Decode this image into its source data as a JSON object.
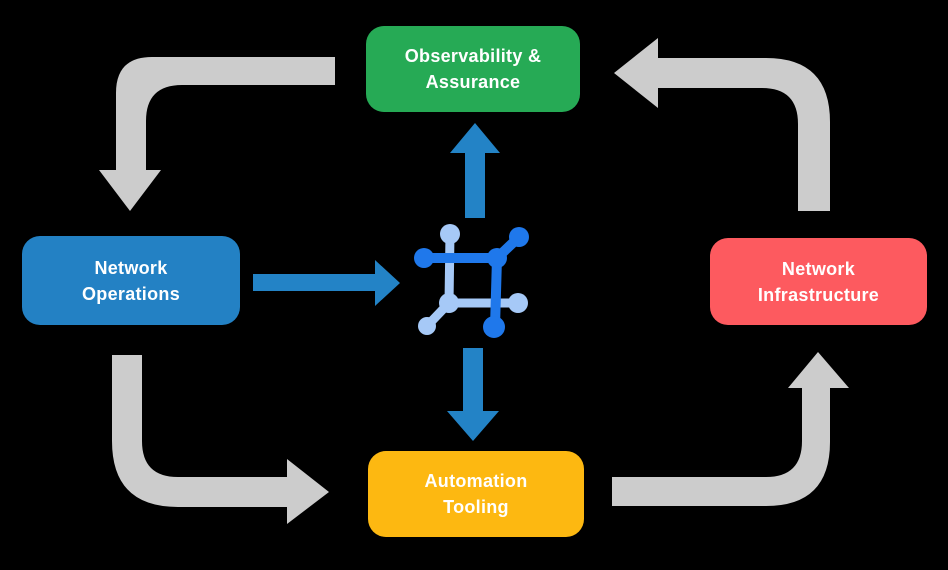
{
  "diagram": {
    "description": "Closed-loop network automation cycle diagram",
    "nodes": {
      "observability": {
        "label": "Observability &\nAssurance",
        "color": "#26aa55"
      },
      "operations": {
        "label": "Network\nOperations",
        "color": "#2381c4"
      },
      "infrastructure": {
        "label": "Network\nInfrastructure",
        "color": "#fd5a5f"
      },
      "automation": {
        "label": "Automation\nTooling",
        "color": "#fdb811"
      }
    },
    "center_icon": "network-hub-icon",
    "arrows": [
      {
        "from": "observability",
        "to": "operations",
        "style": "gray-elbow"
      },
      {
        "from": "operations",
        "to": "automation",
        "style": "gray-elbow"
      },
      {
        "from": "automation",
        "to": "infrastructure",
        "style": "gray-elbow"
      },
      {
        "from": "infrastructure",
        "to": "observability",
        "style": "gray-elbow"
      },
      {
        "from": "operations",
        "to": "center-icon",
        "style": "blue-straight"
      },
      {
        "from": "center-icon",
        "to": "observability",
        "style": "blue-straight"
      },
      {
        "from": "center-icon",
        "to": "automation",
        "style": "blue-straight"
      }
    ]
  },
  "colors": {
    "background": "#000000",
    "gray_arrow": "#cccccc",
    "blue_arrow": "#2383c6",
    "icon_dark_blue": "#1f78eb",
    "icon_light_blue": "#a6c9f7",
    "text": "#ffffff"
  }
}
